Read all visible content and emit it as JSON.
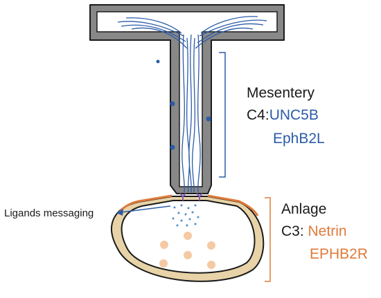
{
  "mesentery": {
    "title": "Mesentery",
    "stage": "C4:",
    "gene1": "UNC5B",
    "gene2": "EphB2L"
  },
  "anlage": {
    "title": "Anlage",
    "stage": "C3: ",
    "gene1": "Netrin",
    "gene2": "EPHB2R"
  },
  "ligands_label": "Ligands messaging",
  "colors": {
    "mesentery_genes": "#2b5ba8",
    "anlage_genes": "#e07a3a",
    "fibers": "#2b5ba8",
    "tube_fill": "#888888",
    "anlage_wall": "#e8d3a8"
  }
}
